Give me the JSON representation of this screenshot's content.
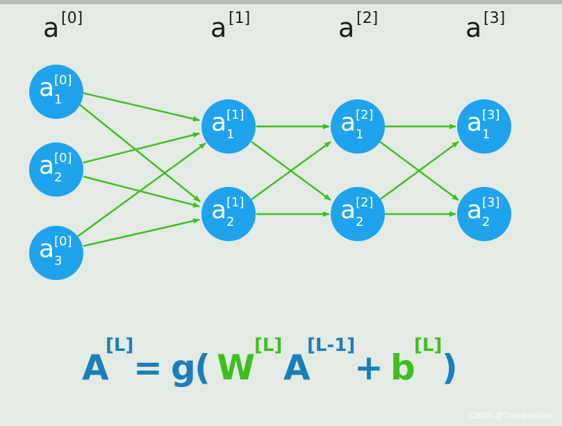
{
  "layer_titles": [
    {
      "base": "a",
      "sup": "[0]"
    },
    {
      "base": "a",
      "sup": "[1]"
    },
    {
      "base": "a",
      "sup": "[2]"
    },
    {
      "base": "a",
      "sup": "[3]"
    }
  ],
  "nodes": [
    {
      "base": "a",
      "sup": "[0]",
      "sub": "1"
    },
    {
      "base": "a",
      "sup": "[0]",
      "sub": "2"
    },
    {
      "base": "a",
      "sup": "[0]",
      "sub": "3"
    },
    {
      "base": "a",
      "sup": "[1]",
      "sub": "1"
    },
    {
      "base": "a",
      "sup": "[1]",
      "sub": "2"
    },
    {
      "base": "a",
      "sup": "[2]",
      "sub": "1"
    },
    {
      "base": "a",
      "sup": "[2]",
      "sub": "2"
    },
    {
      "base": "a",
      "sup": "[3]",
      "sub": "1"
    },
    {
      "base": "a",
      "sup": "[3]",
      "sub": "2"
    }
  ],
  "formula": {
    "A1": "A",
    "sup_L1": "[L]",
    "equals": "=",
    "g": "g",
    "lparen": "(",
    "W": "W",
    "sup_L2": "[L]",
    "A2": "A",
    "sup_Lm1": "[L-1]",
    "plus": "+",
    "b": "b",
    "sup_L3": "[L]",
    "rparen": ")"
  },
  "watermark": "CSDN @TranquilGlow",
  "colors": {
    "node_fill": "#1ea3ec",
    "edge": "#3fbf1e",
    "formula_blue": "#1a7fb8",
    "formula_green": "#3fbf1e",
    "background": "#e4eae4"
  }
}
